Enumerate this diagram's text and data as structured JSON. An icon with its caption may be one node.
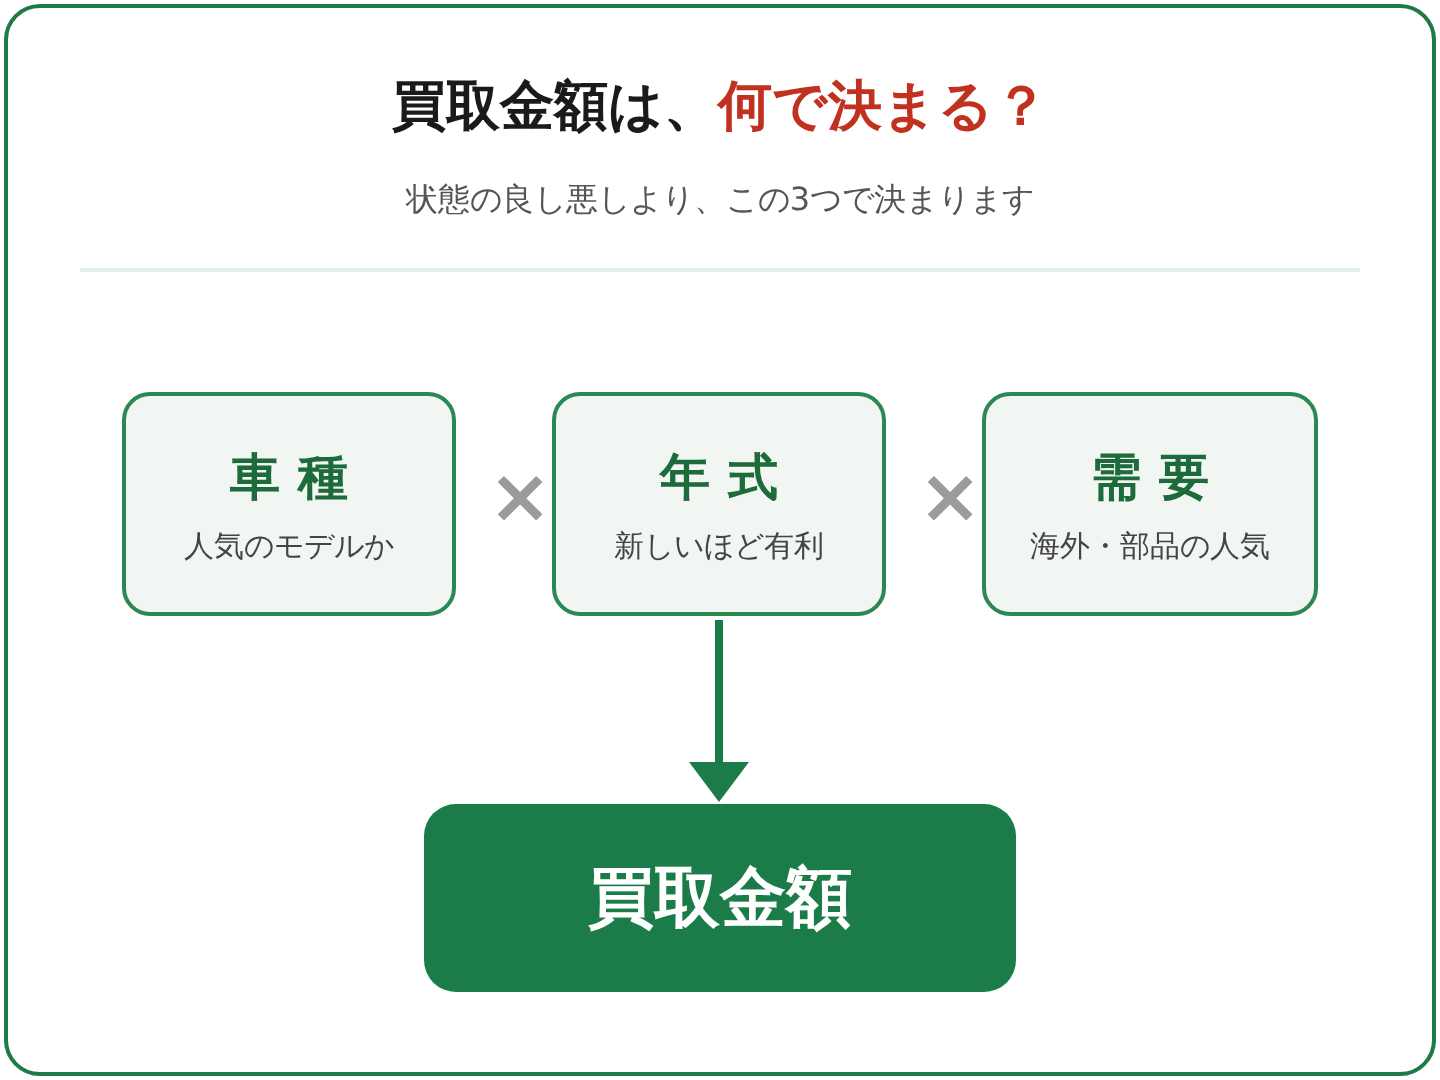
{
  "diagram": {
    "title": "買取金額は、*何で決まる？*",
    "nodes": [
      {
        "text": [
          "車種",
          "人気のモデルか"
        ]
      },
      {
        "text": [
          "年式",
          "新しいほど有利"
        ]
      },
      {
        "text": [
          "需要",
          "海外・部品の人気"
        ]
      },
      {
        "text": [
          "買取金額"
        ]
      }
    ],
    "edges": [
      {
        "from": 1,
        "to": 3,
        "arrow": "to"
      }
    ],
    "labels": [
      "状態の良し悪しより、この3つで決まります",
      "×",
      "×"
    ]
  }
}
